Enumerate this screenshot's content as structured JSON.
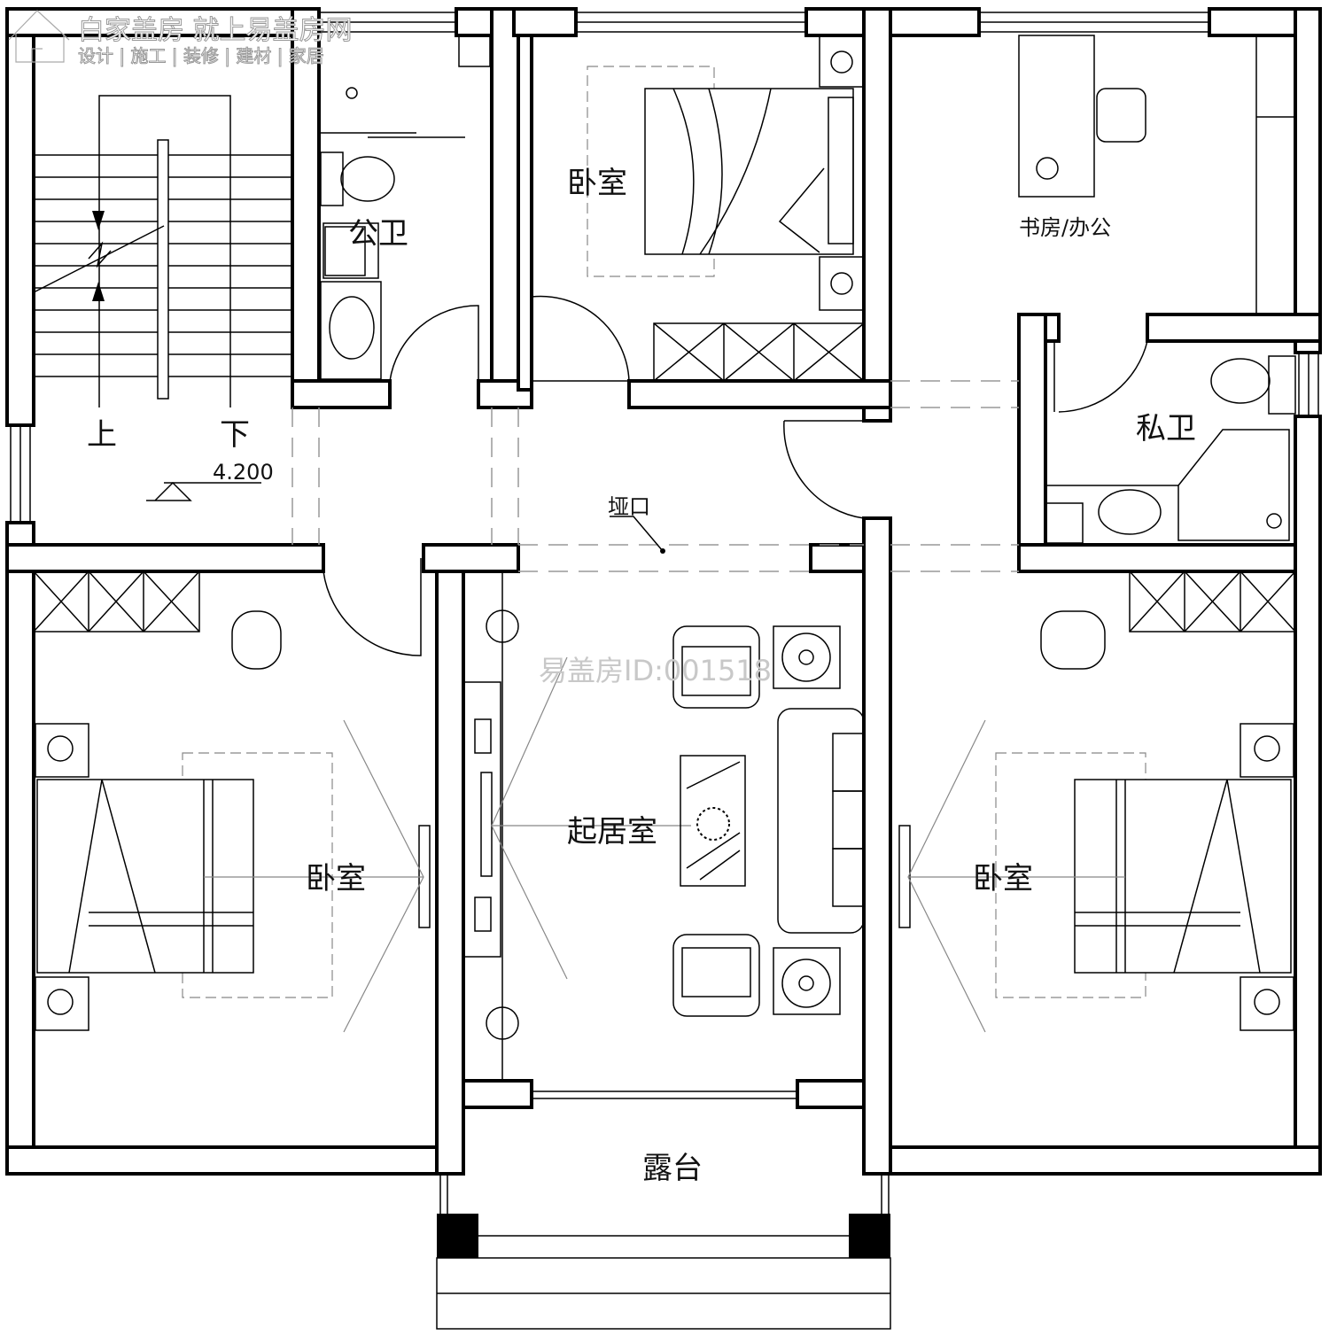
{
  "watermark": {
    "brand_line1": "白家盖房 就上易盖房网",
    "brand_line2": "设计 | 施工 | 装修 | 建材 | 家居",
    "id_mark": "易盖房ID:001518"
  },
  "rooms": {
    "bedroom_top": "卧室",
    "public_bath": "公卫",
    "study": "书房/办公",
    "private_bath": "私卫",
    "living": "起居室",
    "bedroom_left": "卧室",
    "bedroom_right": "卧室",
    "terrace": "露台"
  },
  "labels": {
    "opening": "垭口",
    "stair_up": "上",
    "stair_down": "下",
    "elevation": "4.200"
  }
}
